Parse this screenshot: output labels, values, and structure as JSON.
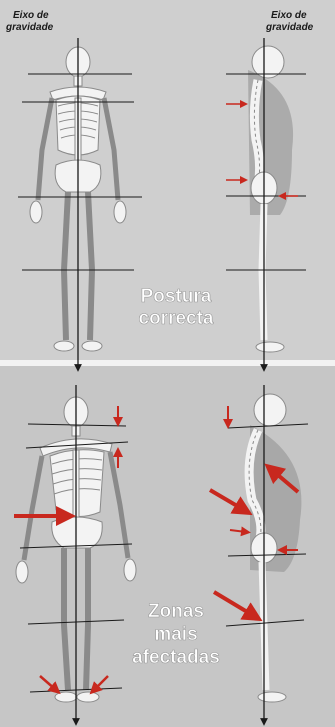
{
  "labels": {
    "gravity_axis_line1": "Eixo de",
    "gravity_axis_line2": "gravidade",
    "correct_posture_line1": "Postura",
    "correct_posture_line2": "correcta",
    "affected_zones_line1": "Zonas",
    "affected_zones_line2": "mais",
    "affected_zones_line3": "afectadas"
  },
  "colors": {
    "background": "#c9c9c9",
    "panel_divider": "#f2f2f2",
    "bone": "#f3f3f3",
    "bone_outline": "#8a8a8a",
    "shadow_body": "#9b9b9b",
    "axis_line": "#1a1a1a",
    "arrow": "#c8281e",
    "caption_text": "#ffffff"
  }
}
